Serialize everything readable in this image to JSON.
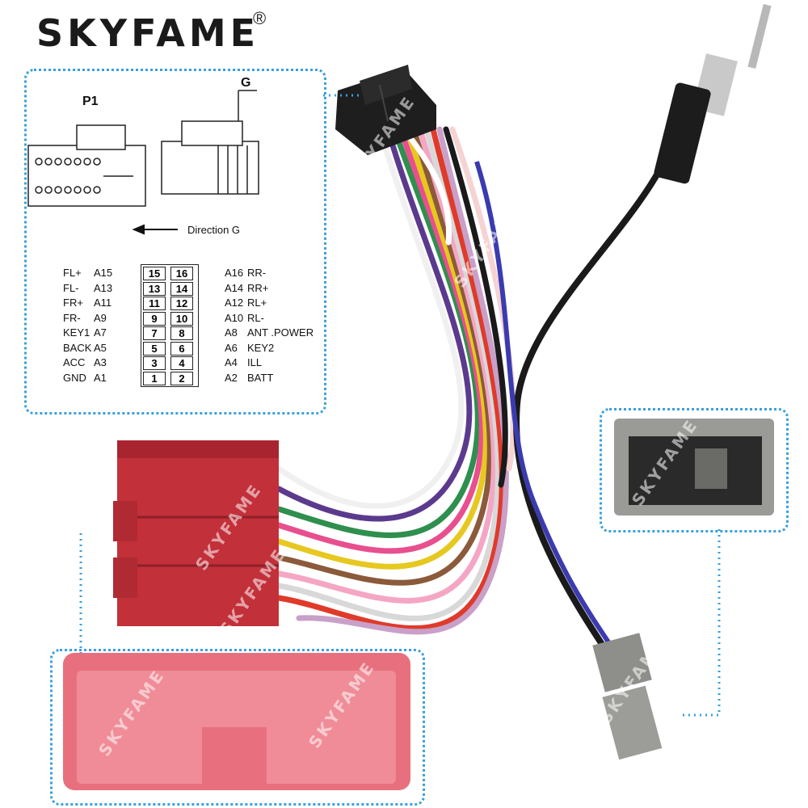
{
  "brand": {
    "name": "SKYFAME",
    "registered_mark": "®"
  },
  "diagram": {
    "connector_p1_label": "P1",
    "connector_g_label": "G",
    "direction_label": "Direction G",
    "pins_left": [
      {
        "func": "FL+",
        "code": "A15",
        "num": "15"
      },
      {
        "func": "FL-",
        "code": "A13",
        "num": "13"
      },
      {
        "func": "FR+",
        "code": "A11",
        "num": "11"
      },
      {
        "func": "FR-",
        "code": "A9",
        "num": "9"
      },
      {
        "func": "KEY1",
        "code": "A7",
        "num": "7"
      },
      {
        "func": "BACK",
        "code": "A5",
        "num": "5"
      },
      {
        "func": "ACC",
        "code": "A3",
        "num": "3"
      },
      {
        "func": "GND",
        "code": "A1",
        "num": "1"
      }
    ],
    "pins_right": [
      {
        "num": "16",
        "code": "A16",
        "func": "RR-"
      },
      {
        "num": "14",
        "code": "A14",
        "func": "RR+"
      },
      {
        "num": "12",
        "code": "A12",
        "func": "RL+"
      },
      {
        "num": "10",
        "code": "A10",
        "func": "RL-"
      },
      {
        "num": "8",
        "code": "A8",
        "func": "ANT .POWER"
      },
      {
        "num": "6",
        "code": "A6",
        "func": "KEY2"
      },
      {
        "num": "4",
        "code": "A4",
        "func": "ILL"
      },
      {
        "num": "2",
        "code": "A2",
        "func": "BATT"
      }
    ]
  },
  "watermark": "SKYFAME",
  "colors": {
    "accent_dotted_border": "#3aa0dc",
    "red_connector": "#c2303a",
    "pink_connector": "#e8707e",
    "grey_connector": "#8e8e8a",
    "black_plug": "#1c1c1c"
  }
}
